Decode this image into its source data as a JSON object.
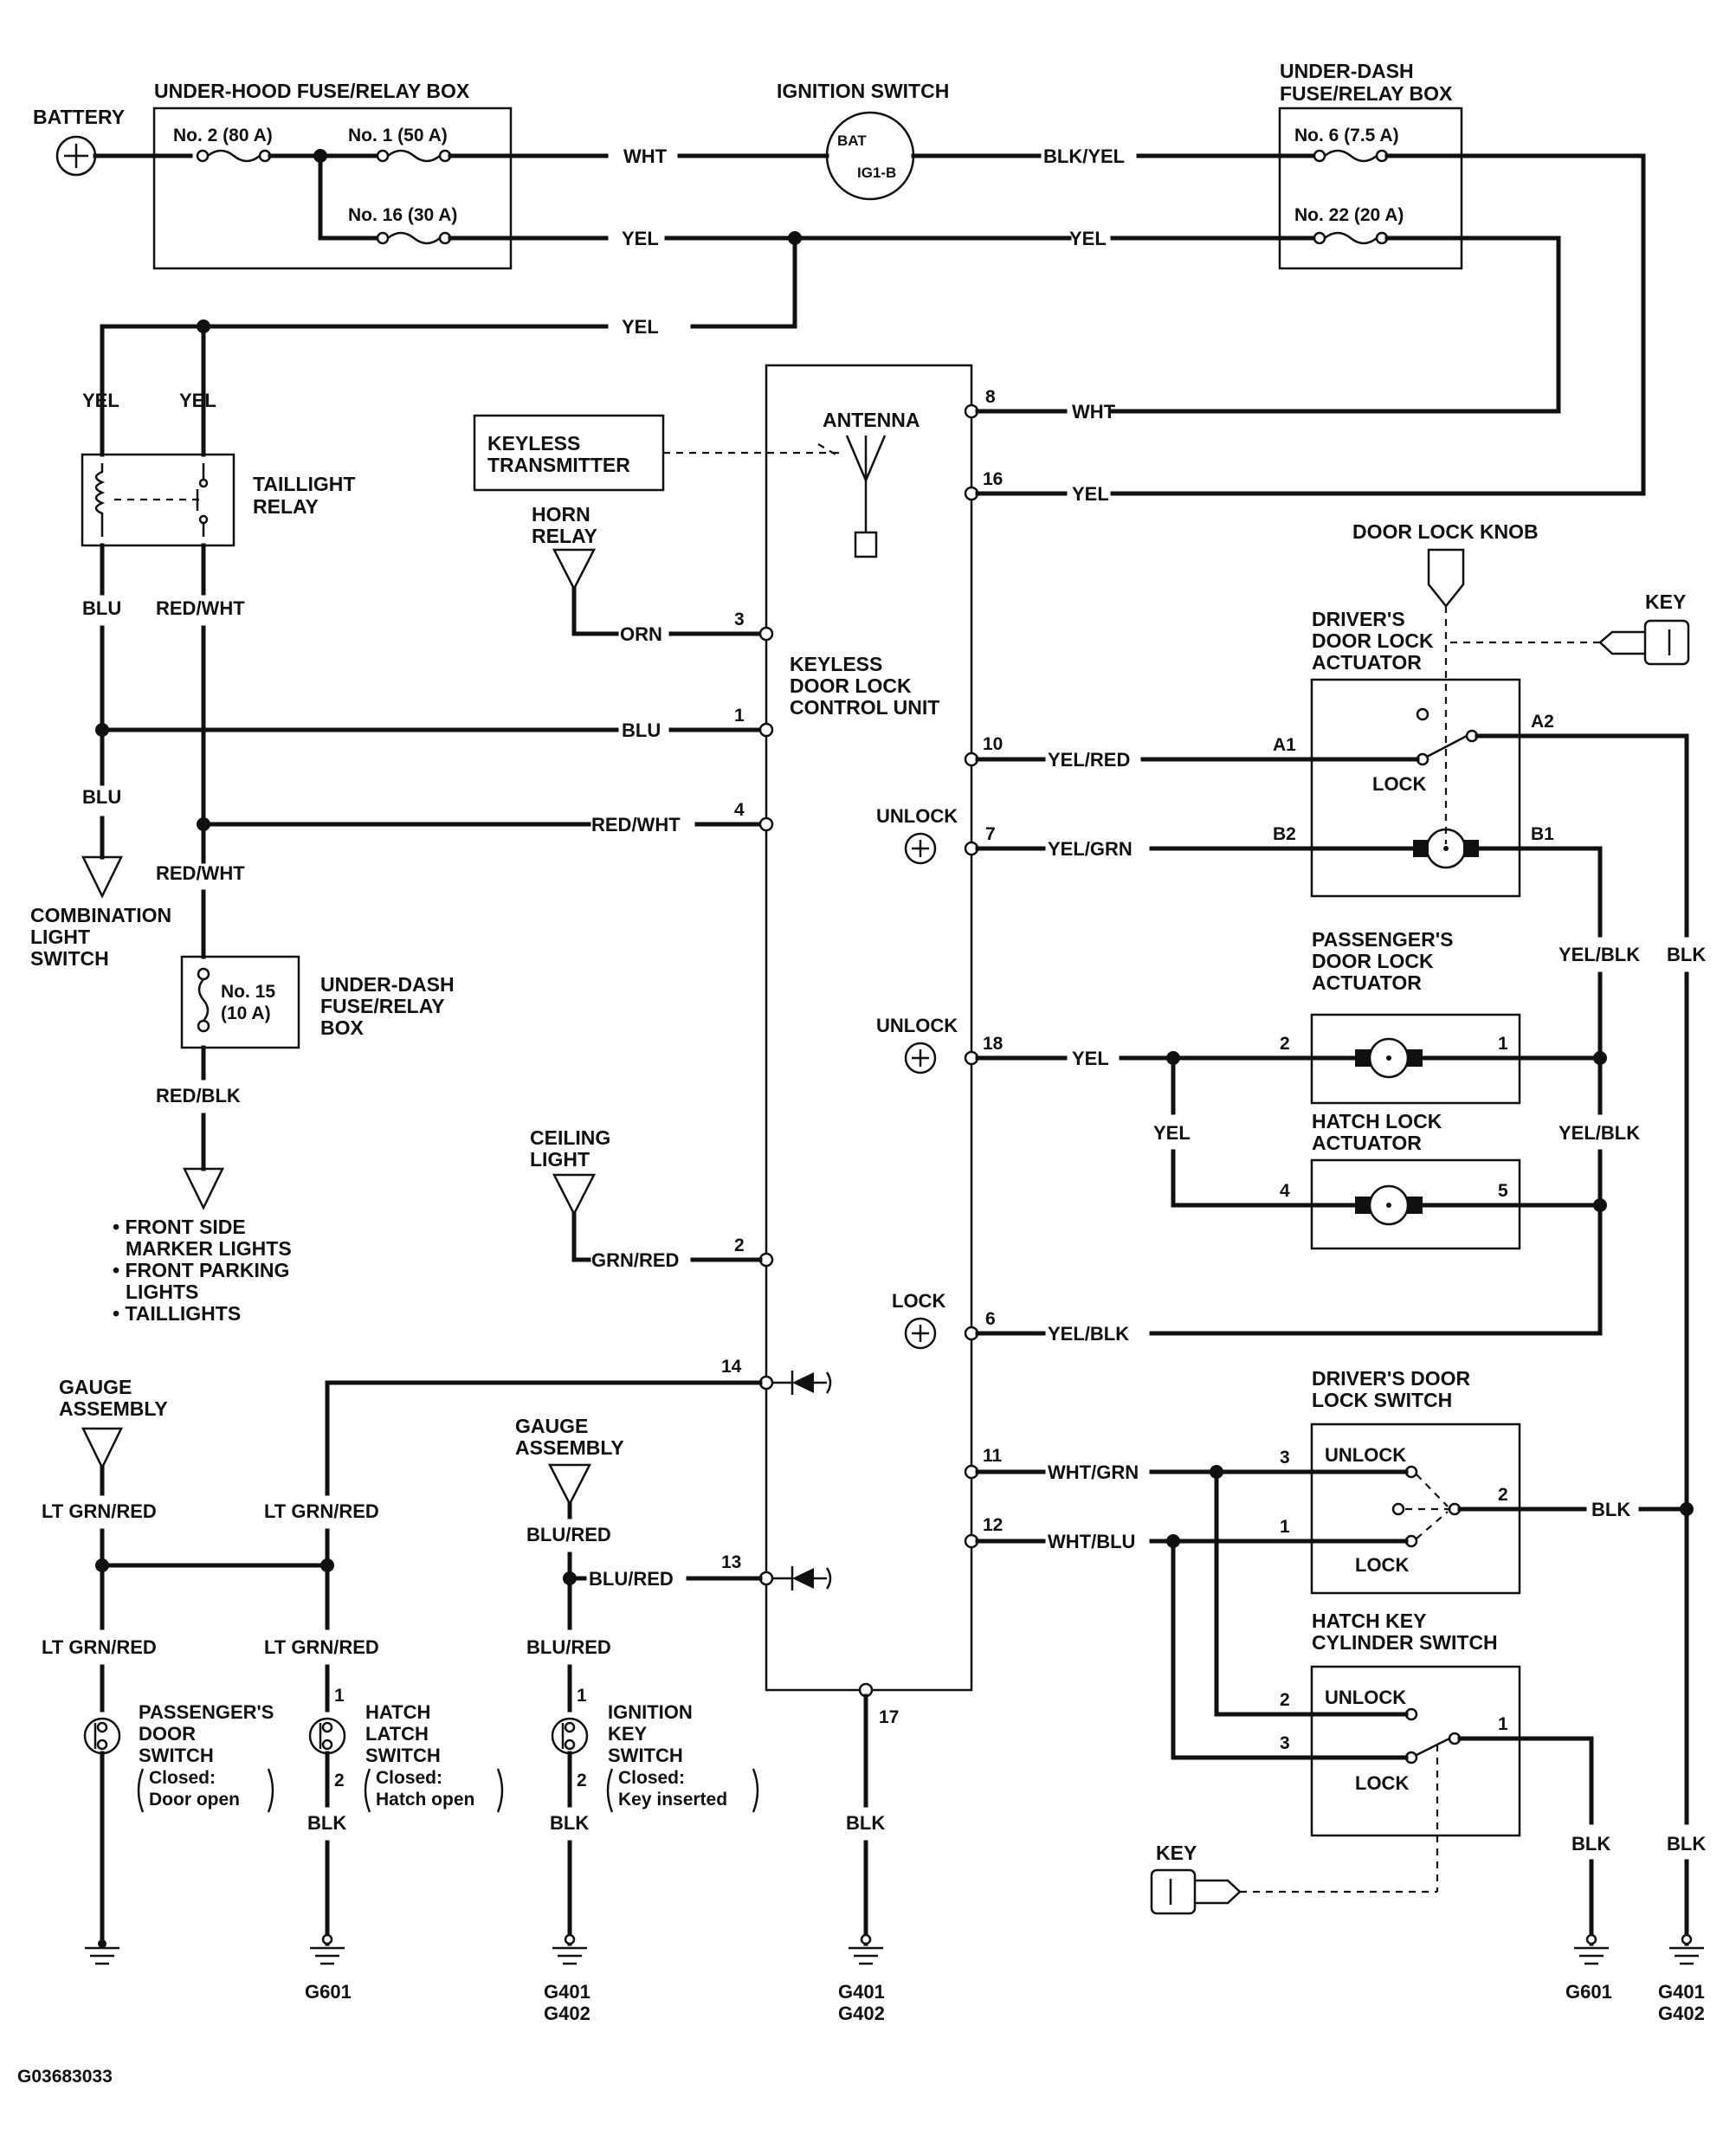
{
  "components": {
    "battery": "BATTERY",
    "underhood_box": "UNDER-HOOD FUSE/RELAY BOX",
    "fuse_no2": "No. 2 (80 A)",
    "fuse_no1": "No. 1 (50 A)",
    "fuse_no16": "No. 16 (30 A)",
    "ignition_switch": "IGNITION SWITCH",
    "ign_bat": "BAT",
    "ign_ig1b": "IG1-B",
    "underdash_box_l1": "UNDER-DASH",
    "underdash_box_l2": "FUSE/RELAY BOX",
    "fuse_no6": "No. 6 (7.5 A)",
    "fuse_no22": "No. 22 (20 A)",
    "taillight_relay_l1": "TAILLIGHT",
    "taillight_relay_l2": "RELAY",
    "keyless_tx_l1": "KEYLESS",
    "keyless_tx_l2": "TRANSMITTER",
    "antenna": "ANTENNA",
    "horn_relay_l1": "HORN",
    "horn_relay_l2": "RELAY",
    "control_unit_l1": "KEYLESS",
    "control_unit_l2": "DOOR LOCK",
    "control_unit_l3": "CONTROL UNIT",
    "door_lock_knob": "DOOR LOCK KNOB",
    "key_top": "KEY",
    "drv_actuator_l1": "DRIVER'S",
    "drv_actuator_l2": "DOOR LOCK",
    "drv_actuator_l3": "ACTUATOR",
    "lock_label": "LOCK",
    "unlock_label": "UNLOCK",
    "combo_switch_l1": "COMBINATION",
    "combo_switch_l2": "LIGHT",
    "combo_switch_l3": "SWITCH",
    "fuse_no15_l1": "No. 15",
    "fuse_no15_l2": "(10 A)",
    "underdash2_l1": "UNDER-DASH",
    "underdash2_l2": "FUSE/RELAY",
    "underdash2_l3": "BOX",
    "pass_actuator_l1": "PASSENGER'S",
    "pass_actuator_l2": "DOOR LOCK",
    "pass_actuator_l3": "ACTUATOR",
    "hatch_actuator_l1": "HATCH LOCK",
    "hatch_actuator_l2": "ACTUATOR",
    "lights_l1": "• FRONT SIDE",
    "lights_l2": "MARKER LIGHTS",
    "lights_l3": "• FRONT PARKING",
    "lights_l4": "LIGHTS",
    "lights_l5": "• TAILLIGHTS",
    "ceiling_light_l1": "CEILING",
    "ceiling_light_l2": "LIGHT",
    "gauge_l1": "GAUGE",
    "gauge_l2": "ASSEMBLY",
    "drv_switch_l1": "DRIVER'S DOOR",
    "drv_switch_l2": "LOCK SWITCH",
    "hatch_key_l1": "HATCH KEY",
    "hatch_key_l2": "CYLINDER SWITCH",
    "key_bottom": "KEY",
    "pass_door_sw_l1": "PASSENGER'S",
    "pass_door_sw_l2": "DOOR",
    "pass_door_sw_l3": "SWITCH",
    "pass_door_sw_l4": "Closed:",
    "pass_door_sw_l5": "Door open",
    "hatch_latch_l1": "HATCH",
    "hatch_latch_l2": "LATCH",
    "hatch_latch_l3": "SWITCH",
    "hatch_latch_l4": "Closed:",
    "hatch_latch_l5": "Hatch open",
    "ign_key_sw_l1": "IGNITION",
    "ign_key_sw_l2": "KEY",
    "ign_key_sw_l3": "SWITCH",
    "ign_key_sw_l4": "Closed:",
    "ign_key_sw_l5": "Key inserted"
  },
  "wires": {
    "wht": "WHT",
    "yel": "YEL",
    "blk_yel": "BLK/YEL",
    "blu": "BLU",
    "red_wht": "RED/WHT",
    "red_blk": "RED/BLK",
    "orn": "ORN",
    "yel_red": "YEL/RED",
    "yel_grn": "YEL/GRN",
    "yel_blk": "YEL/BLK",
    "blk": "BLK",
    "grn_red": "GRN/RED",
    "lt_grn_red": "LT GRN/RED",
    "blu_red": "BLU/RED",
    "wht_grn": "WHT/GRN",
    "wht_blu": "WHT/BLU"
  },
  "pins": {
    "p1": "1",
    "p2": "2",
    "p3": "3",
    "p4": "4",
    "p5": "5",
    "p6": "6",
    "p7": "7",
    "p8": "8",
    "p10": "10",
    "p11": "11",
    "p12": "12",
    "p13": "13",
    "p14": "14",
    "p16": "16",
    "p17": "17",
    "p18": "18",
    "a1": "A1",
    "a2": "A2",
    "b1": "B1",
    "b2": "B2"
  },
  "grounds": {
    "g601": "G601",
    "g401": "G401",
    "g402": "G402"
  },
  "figure_id": "G03683033"
}
